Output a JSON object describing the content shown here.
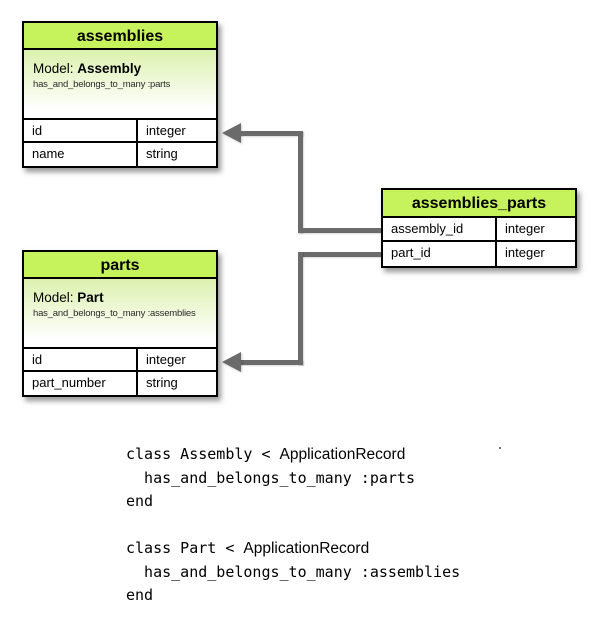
{
  "colors": {
    "header_green": "#c6f25c",
    "model_gradient_top": "#dcf1ae",
    "arrow_gray": "#6b6b6b",
    "border_black": "#000000"
  },
  "diagram": {
    "tables": [
      {
        "title": "assemblies",
        "model_label": "Model:",
        "model_name": "Assembly",
        "association": "has_and_belongs_to_many :parts",
        "rows": [
          {
            "name": "id",
            "type": "integer"
          },
          {
            "name": "name",
            "type": "string"
          }
        ]
      },
      {
        "title": "parts",
        "model_label": "Model:",
        "model_name": "Part",
        "association": "has_and_belongs_to_many :assemblies",
        "rows": [
          {
            "name": "id",
            "type": "integer"
          },
          {
            "name": "part_number",
            "type": "string"
          }
        ]
      },
      {
        "title": "assemblies_parts",
        "rows": [
          {
            "name": "assembly_id",
            "type": "integer"
          },
          {
            "name": "part_id",
            "type": "integer"
          }
        ]
      }
    ]
  },
  "code": {
    "blocks": [
      {
        "line1_mono": "class Assembly < ",
        "line1_sans": "ApplicationRecord",
        "line2": "  has_and_belongs_to_many :parts",
        "line3": "end"
      },
      {
        "line1_mono": "class Part < ",
        "line1_sans": "ApplicationRecord",
        "line2": "  has_and_belongs_to_many :assemblies",
        "line3": "end"
      }
    ]
  }
}
